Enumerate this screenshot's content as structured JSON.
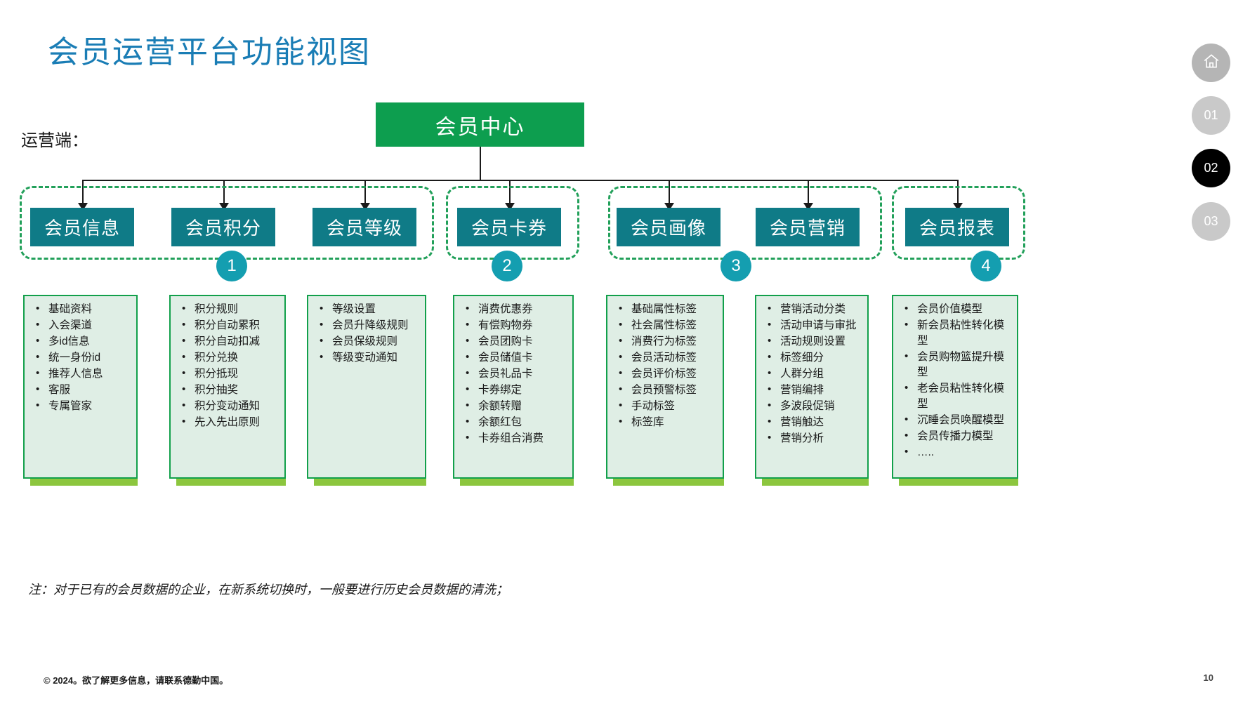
{
  "title": "会员运营平台功能视图",
  "side_label": "运营端：",
  "root": {
    "label": "会员中心"
  },
  "nodes": [
    {
      "label": "会员信息"
    },
    {
      "label": "会员积分"
    },
    {
      "label": "会员等级"
    },
    {
      "label": "会员卡券"
    },
    {
      "label": "会员画像"
    },
    {
      "label": "会员营销"
    },
    {
      "label": "会员报表"
    }
  ],
  "badges": [
    "1",
    "2",
    "3",
    "4"
  ],
  "cards": [
    {
      "items": [
        "基础资料",
        "入会渠道",
        "多id信息",
        "统一身份id",
        "推荐人信息",
        "客服",
        "专属管家"
      ]
    },
    {
      "items": [
        "积分规则",
        "积分自动累积",
        "积分自动扣减",
        "积分兑换",
        "积分抵现",
        "积分抽奖",
        "积分变动通知",
        "先入先出原则"
      ]
    },
    {
      "items": [
        "等级设置",
        "会员升降级规则",
        "会员保级规则",
        "等级变动通知"
      ]
    },
    {
      "items": [
        "消费优惠券",
        "有偿购物券",
        "会员团购卡",
        "会员储值卡",
        "会员礼品卡",
        "卡券绑定",
        "余额转赠",
        "余额红包",
        "卡券组合消费"
      ]
    },
    {
      "items": [
        "基础属性标签",
        "社会属性标签",
        "消费行为标签",
        "会员活动标签",
        "会员评价标签",
        "会员预警标签",
        "手动标签",
        "标签库"
      ]
    },
    {
      "items": [
        "营销活动分类",
        "活动申请与审批",
        "活动规则设置",
        "标签细分",
        "人群分组",
        "营销编排",
        "多波段促销",
        "营销触达",
        "营销分析"
      ]
    },
    {
      "items": [
        "会员价值模型",
        "新会员粘性转化模型",
        "会员购物篮提升模型",
        "老会员粘性转化模型",
        "沉睡会员唤醒模型",
        "会员传播力模型",
        "….."
      ]
    }
  ],
  "note": "注：对于已有的会员数据的企业，在新系统切换时，一般要进行历史会员数据的清洗；",
  "footer": {
    "copyright": "© 2024。欲了解更多信息，请联系德勤中国。",
    "page_number": "10"
  },
  "nav": {
    "home_icon": "home-icon",
    "items": [
      "01",
      "02",
      "03"
    ]
  },
  "colors": {
    "title": "#1a7db5",
    "root_box": "#0d9e4f",
    "node_box": "#0f7b87",
    "badge": "#149eb0",
    "dashed_group": "#22a05a",
    "card_fill": "#dfeee5",
    "card_border": "#12a04b",
    "card_shadow": "#8cc63e",
    "nav_active": "#000000",
    "nav_inactive": "#c9c9c9"
  }
}
